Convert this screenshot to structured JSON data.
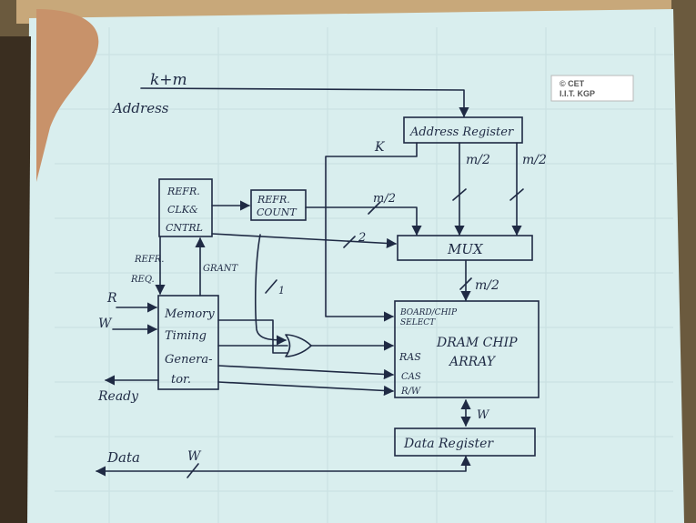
{
  "watermark": {
    "line1": "© CET",
    "line2": "I.I.T. KGP"
  },
  "address": {
    "width_label": "k+m",
    "label": "Address"
  },
  "address_register": {
    "label": "Address Register",
    "k_label": "K",
    "m2_left": "m/2",
    "m2_right": "m/2"
  },
  "refr_clk": {
    "line1": "REFR.",
    "line2": "CLK&",
    "line3": "CNTRL"
  },
  "refr_count": {
    "line1": "REFR.",
    "line2": "COUNT",
    "m2_label": "m/2"
  },
  "mux": {
    "label": "MUX",
    "two_label": "2",
    "out_label": "m/2"
  },
  "signals": {
    "refr_req_1": "REFR.",
    "refr_req_2": "REQ.",
    "grant": "GRANT",
    "one": "1",
    "r": "R",
    "w": "W",
    "ready": "Ready"
  },
  "memory_timing": {
    "line1": "Memory",
    "line2": "Timing",
    "line3": "Genera-",
    "line4": "tor."
  },
  "dram": {
    "board_select_1": "BOARD/CHIP",
    "board_select_2": "SELECT",
    "title_1": "DRAM CHIP",
    "title_2": "ARRAY",
    "ras": "RAS",
    "cas": "CAS",
    "rw": "R/W",
    "w_label": "W"
  },
  "data_register": {
    "label": "Data Register"
  },
  "data_bus": {
    "label": "Data",
    "w_label": "W"
  }
}
